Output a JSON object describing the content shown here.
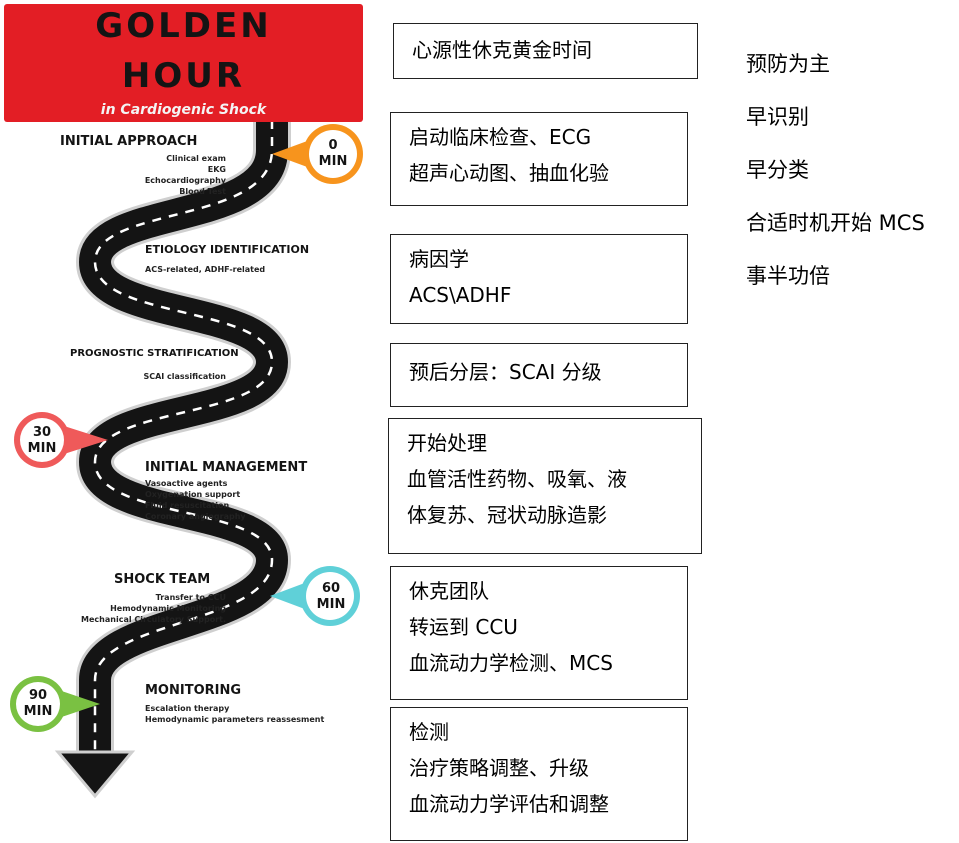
{
  "banner": {
    "line1": "GOLDEN",
    "line2": "HOUR",
    "line3": "in Cardiogenic Shock"
  },
  "stages": [
    {
      "title": "INITIAL APPROACH",
      "details": [
        "Clinical exam",
        "EKG",
        "Echocardiography",
        "Blood Test"
      ]
    },
    {
      "title": "ETIOLOGY IDENTIFICATION",
      "details": [
        "ACS-related, ADHF-related"
      ]
    },
    {
      "title": "PROGNOSTIC STRATIFICATION",
      "details": [
        "SCAI classification"
      ]
    },
    {
      "title": "INITIAL MANAGEMENT",
      "details": [
        "Vasoactive agents",
        "Oxygenation support",
        "Fluid resuscitation",
        "Coronary angiography"
      ]
    },
    {
      "title": "SHOCK TEAM",
      "details": [
        "Transfer to CCU",
        "Hemodynamic Monitoring",
        "Mechanical Circulatory Support."
      ]
    },
    {
      "title": "MONITORING",
      "details": [
        "Escalation therapy",
        "Hemodynamic parameters reassesment"
      ]
    }
  ],
  "pins": [
    {
      "num": "0",
      "unit": "MIN",
      "color": "#f7941d"
    },
    {
      "num": "30",
      "unit": "MIN",
      "color": "#ef5a5a"
    },
    {
      "num": "60",
      "unit": "MIN",
      "color": "#5fd0d8"
    },
    {
      "num": "90",
      "unit": "MIN",
      "color": "#7ac142"
    }
  ],
  "boxes": [
    {
      "lines": [
        "心源性休克黄金时间"
      ]
    },
    {
      "lines": [
        "启动临床检查、ECG",
        "超声心动图、抽血化验"
      ]
    },
    {
      "lines": [
        "病因学",
        "ACS\\ADHF"
      ]
    },
    {
      "lines": [
        "预后分层：SCAI 分级"
      ]
    },
    {
      "lines": [
        "开始处理",
        "血管活性药物、吸氧、液",
        "体复苏、冠状动脉造影"
      ]
    },
    {
      "lines": [
        "休克团队",
        "转运到 CCU",
        "血流动力学检测、MCS"
      ]
    },
    {
      "lines": [
        "检测",
        "治疗策略调整、升级",
        "血流动力学评估和调整"
      ]
    }
  ],
  "side_notes": [
    "预防为主",
    "早识别",
    "早分类",
    "合适时机开始 MCS",
    "事半功倍"
  ],
  "colors": {
    "banner": "#e31e25",
    "road": "#141414",
    "dash": "#ffffff"
  }
}
